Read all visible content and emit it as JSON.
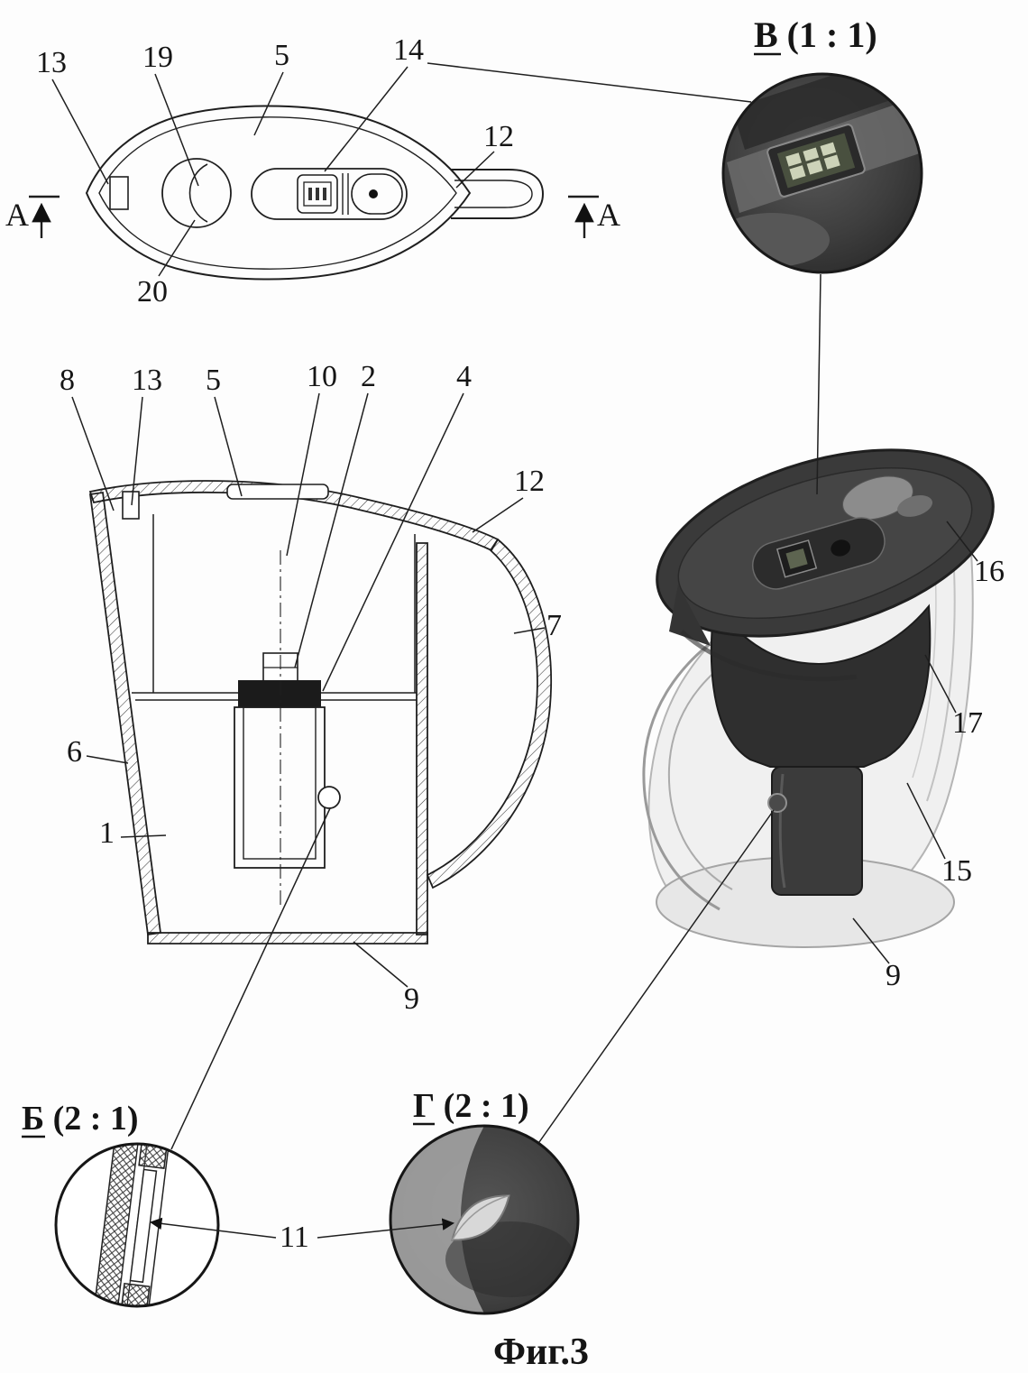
{
  "colors": {
    "ink": "#1f1f1f",
    "photo_dark": "#3d3d3d",
    "lcd_green": "#5d6450"
  },
  "caption": "Фиг.3",
  "detail_views": {
    "v": {
      "label": "В (1 : 1)"
    },
    "b": {
      "label": "Б (2 : 1)"
    },
    "g": {
      "label": "Г (2 : 1)"
    }
  },
  "section_marker": {
    "left": "A",
    "right": "A"
  },
  "top_view": {
    "n13": "13",
    "n19": "19",
    "n5": "5",
    "n14": "14",
    "n12": "12",
    "n20": "20"
  },
  "side_view": {
    "n8": "8",
    "n13": "13",
    "n5": "5",
    "n10": "10",
    "n2": "2",
    "n4": "4",
    "n12": "12",
    "n7": "7",
    "n6": "6",
    "n1": "1",
    "n9": "9"
  },
  "persp_view": {
    "n16": "16",
    "n17": "17",
    "n15": "15",
    "n9": "9"
  },
  "detail_label": {
    "n11": "11"
  }
}
